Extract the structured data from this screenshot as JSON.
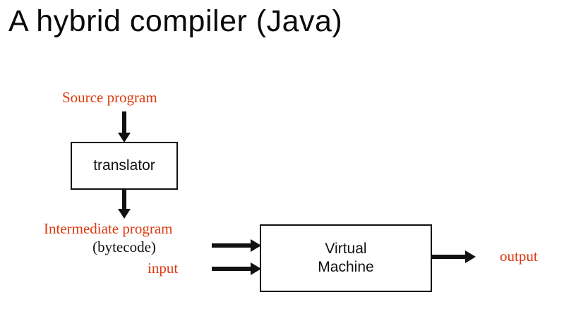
{
  "slide": {
    "title": "A hybrid compiler (Java)",
    "background_color": "#ffffff",
    "accent_color": "#dd3a11",
    "ink_color": "#111111"
  },
  "labels": {
    "source_program": "Source program",
    "intermediate_program": "Intermediate program",
    "bytecode": "(bytecode)",
    "input": "input",
    "output": "output"
  },
  "boxes": {
    "translator": "translator",
    "virtual_machine": "Virtual\nMachine"
  },
  "arrows": {
    "source_to_translator": "down-arrow",
    "translator_to_intermediate": "down-arrow",
    "bytecode_to_vm": "right-arrow",
    "input_to_vm": "right-arrow",
    "vm_to_output": "right-arrow"
  }
}
